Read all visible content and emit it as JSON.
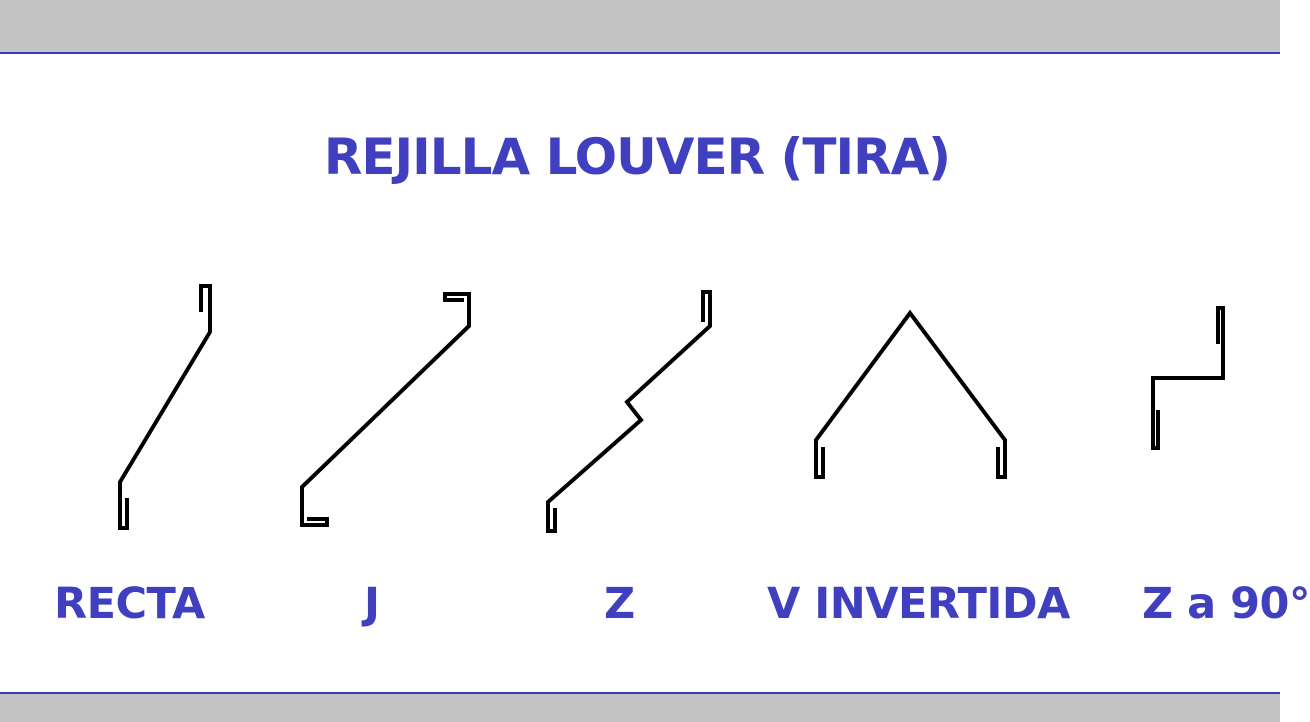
{
  "title": "REJILLA LOUVER (TIRA)",
  "profiles": [
    {
      "label": "RECTA"
    },
    {
      "label": "J"
    },
    {
      "label": "Z"
    },
    {
      "label": "V INVERTIDA"
    },
    {
      "label": "Z a 90°"
    }
  ],
  "colors": {
    "text": "#3f3fc0",
    "band": "#c3c3c3",
    "band_border": "#3a3ab8",
    "stroke": "#000000"
  }
}
